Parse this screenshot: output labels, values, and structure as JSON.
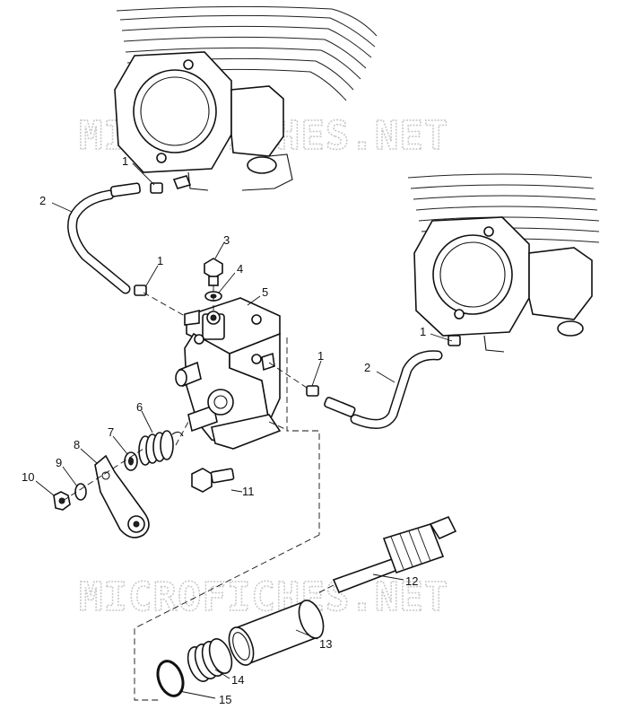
{
  "watermark": "MICROFICHES.NET",
  "callouts": [
    {
      "id": "1a",
      "label": "1"
    },
    {
      "id": "1b",
      "label": "1"
    },
    {
      "id": "1c",
      "label": "1"
    },
    {
      "id": "1d",
      "label": "1"
    },
    {
      "id": "2a",
      "label": "2"
    },
    {
      "id": "2b",
      "label": "2"
    },
    {
      "id": "3",
      "label": "3"
    },
    {
      "id": "4",
      "label": "4"
    },
    {
      "id": "5",
      "label": "5"
    },
    {
      "id": "6",
      "label": "6"
    },
    {
      "id": "7",
      "label": "7"
    },
    {
      "id": "8",
      "label": "8"
    },
    {
      "id": "9",
      "label": "9"
    },
    {
      "id": "10",
      "label": "10"
    },
    {
      "id": "11",
      "label": "11"
    },
    {
      "id": "12",
      "label": "12"
    },
    {
      "id": "13",
      "label": "13"
    },
    {
      "id": "14",
      "label": "14"
    },
    {
      "id": "15",
      "label": "15"
    }
  ]
}
